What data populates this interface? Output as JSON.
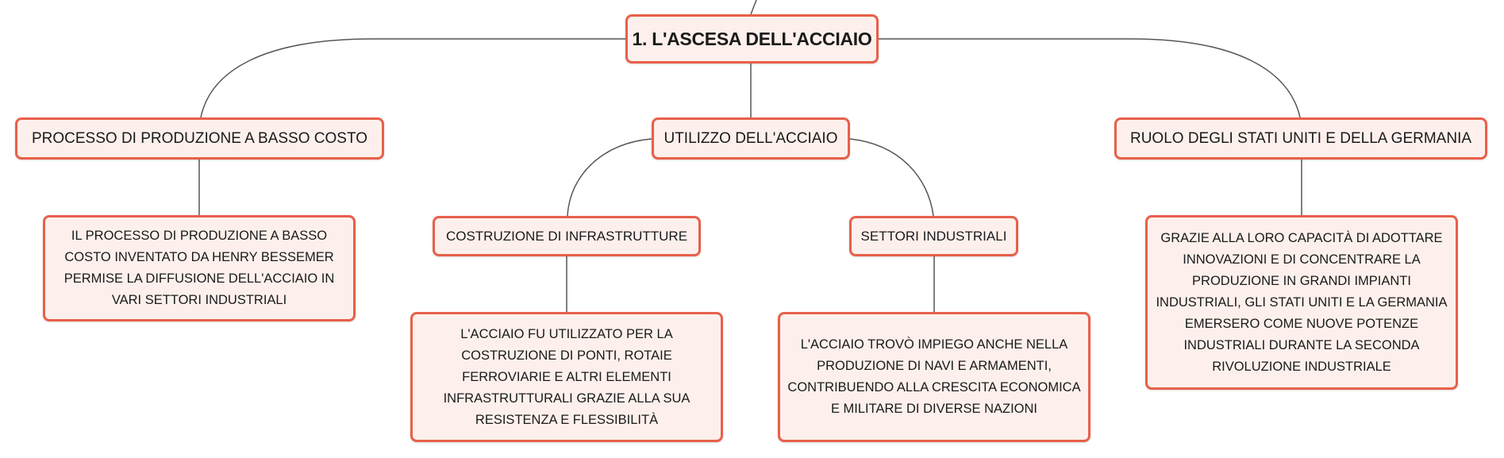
{
  "colors": {
    "border": "#e8604a",
    "fill": "#fdf0ec",
    "line": "#555555"
  },
  "root": {
    "title": "1. L'ASCESA DELL'ACCIAIO"
  },
  "branches": {
    "left": {
      "title": "PROCESSO DI PRODUZIONE A BASSO COSTO",
      "detail": "IL PROCESSO DI PRODUZIONE A BASSO COSTO INVENTATO DA HENRY BESSEMER PERMISE LA DIFFUSIONE DELL'ACCIAIO IN VARI SETTORI INDUSTRIALI"
    },
    "center": {
      "title": "UTILIZZO DELL'ACCIAIO",
      "children": {
        "infra": {
          "title": "COSTRUZIONE DI INFRASTRUTTURE",
          "detail": "L'ACCIAIO FU UTILIZZATO PER LA COSTRUZIONE DI PONTI, ROTAIE FERROVIARIE E ALTRI ELEMENTI INFRASTRUTTURALI GRAZIE ALLA SUA RESISTENZA E FLESSIBILITÀ"
        },
        "sectors": {
          "title": "SETTORI INDUSTRIALI",
          "detail": "L'ACCIAIO TROVÒ IMPIEGO ANCHE NELLA PRODUZIONE DI NAVI E ARMAMENTI, CONTRIBUENDO ALLA CRESCITA ECONOMICA E MILITARE DI DIVERSE NAZIONI"
        }
      }
    },
    "right": {
      "title": "RUOLO DEGLI STATI UNITI E DELLA GERMANIA",
      "detail": "GRAZIE ALLA LORO CAPACITÀ DI ADOTTARE INNOVAZIONI E DI CONCENTRARE LA PRODUZIONE IN GRANDI IMPIANTI INDUSTRIALI, GLI STATI UNITI E LA GERMANIA EMERSERO COME NUOVE POTENZE INDUSTRIALI DURANTE LA SECONDA RIVOLUZIONE INDUSTRIALE"
    }
  }
}
